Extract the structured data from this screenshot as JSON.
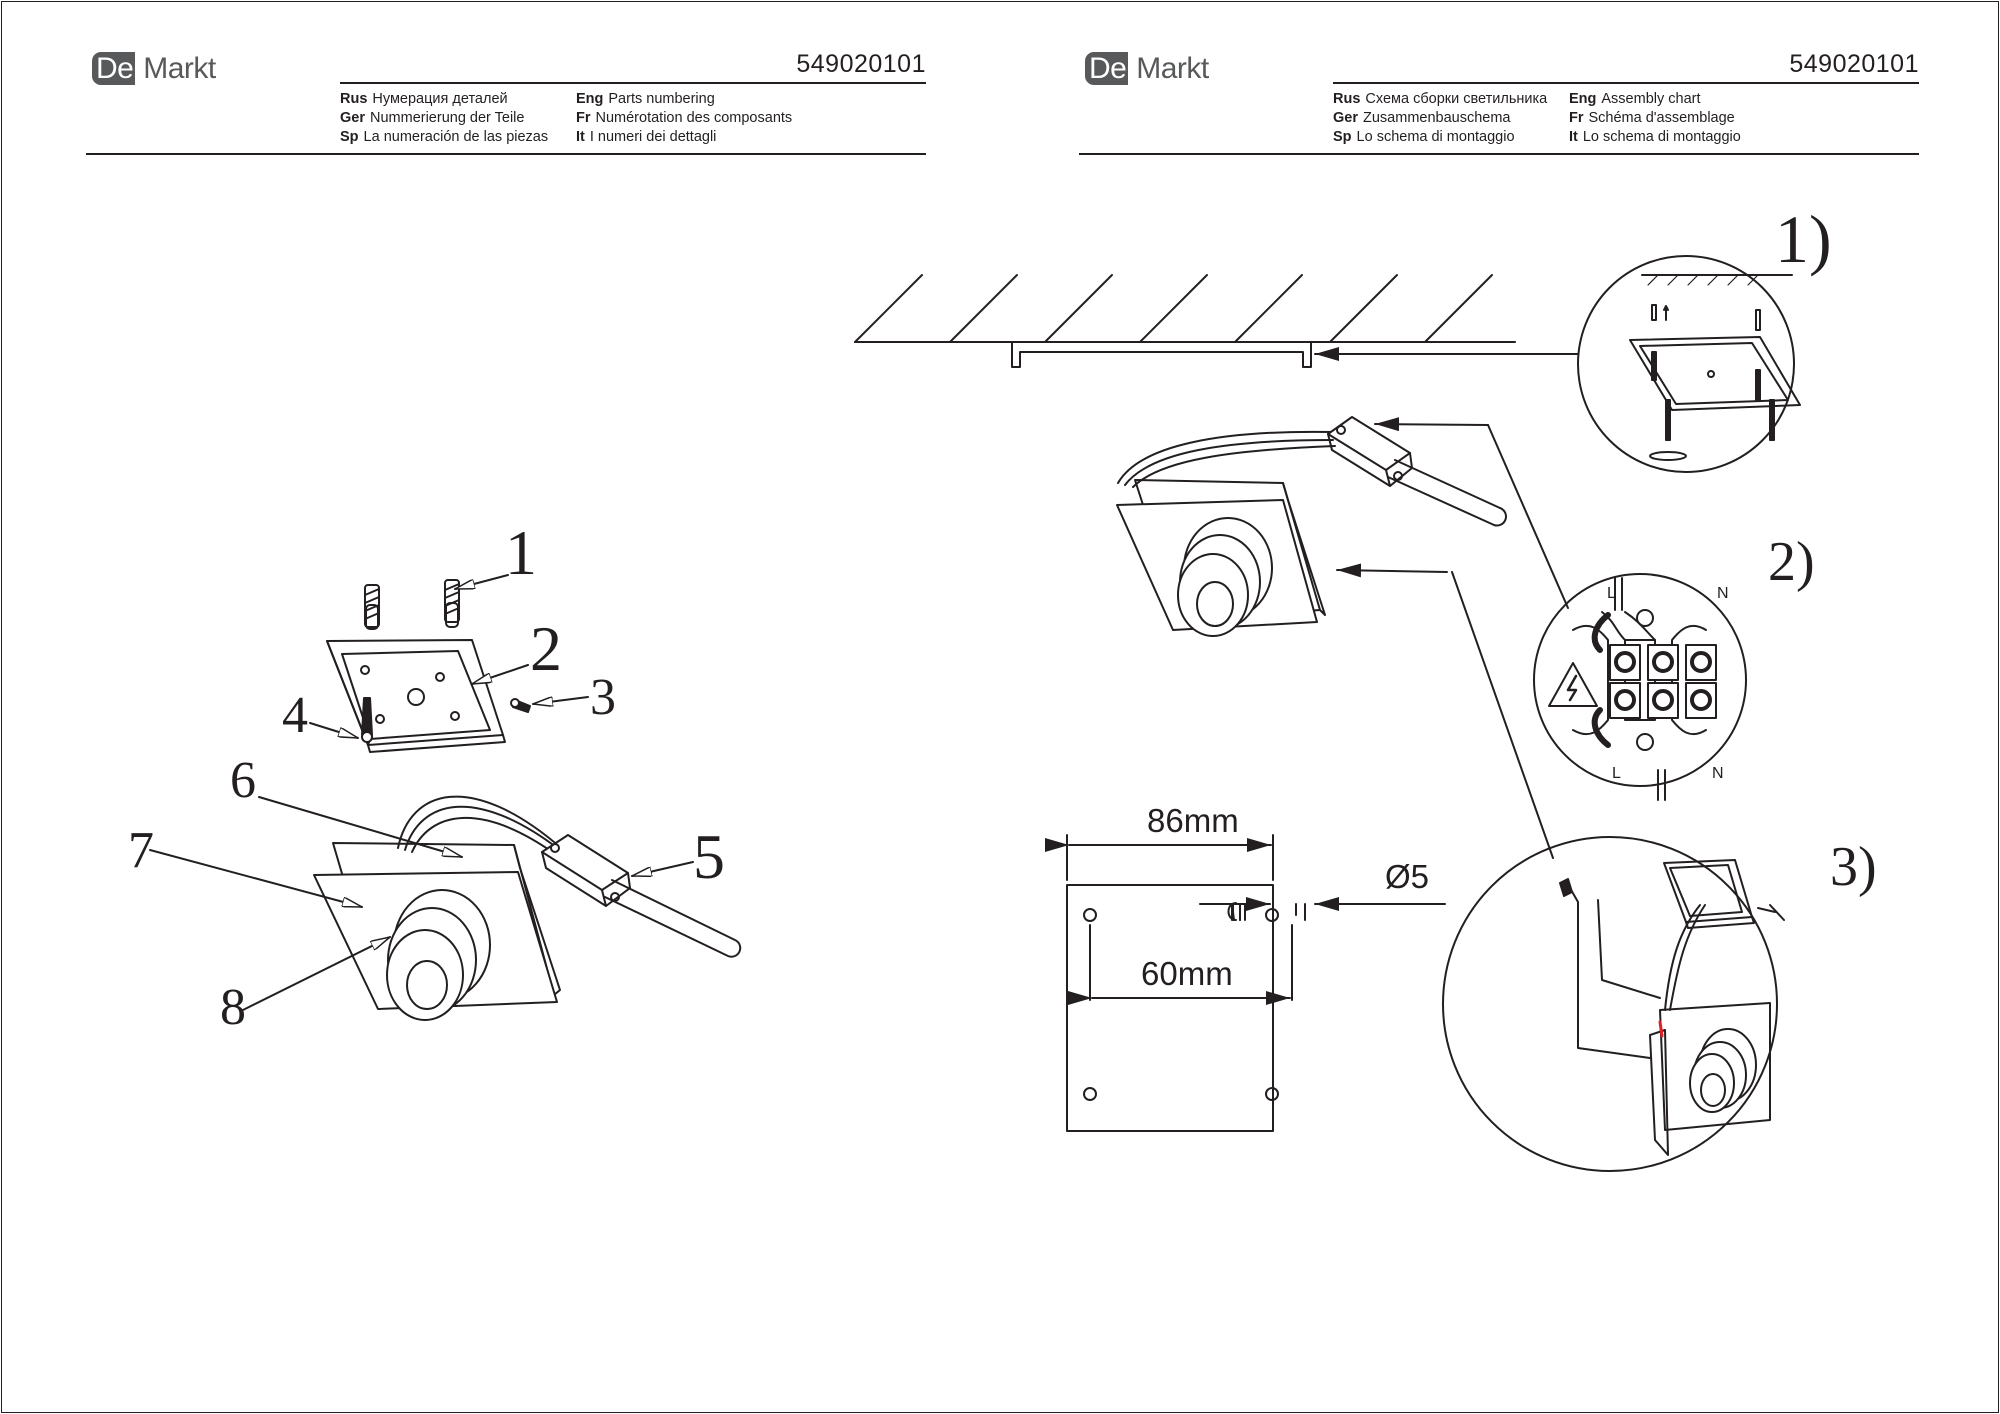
{
  "brand": {
    "logo_de": "De",
    "logo_markt": "Markt"
  },
  "left_header": {
    "article": "549020101",
    "rows": [
      {
        "code": "Rus",
        "text": "Нумерация деталей"
      },
      {
        "code": "Eng",
        "text": "Parts numbering"
      },
      {
        "code": "Ger",
        "text": "Nummerierung der Teile"
      },
      {
        "code": "Fr",
        "text": "Numérotation des composants"
      },
      {
        "code": "Sp",
        "text": "La numeración de las piezas"
      },
      {
        "code": "It",
        "text": "I numeri dei dettagli"
      }
    ]
  },
  "right_header": {
    "article": "549020101",
    "rows": [
      {
        "code": "Rus",
        "text": "Схема сборки светильника"
      },
      {
        "code": "Eng",
        "text": "Assembly chart"
      },
      {
        "code": "Ger",
        "text": "Zusammenbauschema"
      },
      {
        "code": "Fr",
        "text": "Schéma d'assemblage"
      },
      {
        "code": "Sp",
        "text": "Lo schema di montaggio"
      },
      {
        "code": "It",
        "text": "Lo schema di montaggio"
      }
    ]
  },
  "parts_callouts": [
    "1",
    "2",
    "3",
    "4",
    "5",
    "6",
    "7",
    "8"
  ],
  "steps": [
    "1)",
    "2)",
    "3)"
  ],
  "dimensions": {
    "width": "86mm",
    "hole_spacing": "60mm",
    "hole_diameter": "Ø5"
  },
  "terminal_labels": {
    "live": "L",
    "neutral": "N"
  },
  "colors": {
    "ink": "#231f20",
    "logo": "#58595b",
    "wire_red": "#e31e24"
  }
}
